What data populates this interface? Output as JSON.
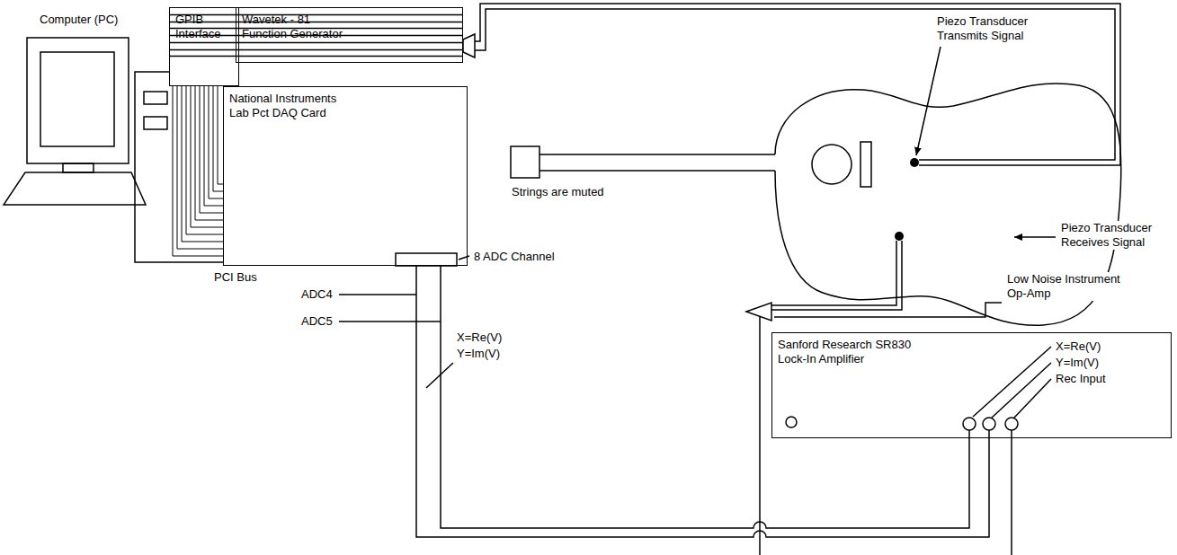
{
  "diagram": {
    "nodes": [
      {
        "text": [
          "GPIB Interface"
        ]
      },
      {
        "text": [
          "Wavetek - 81 Function Generator"
        ]
      },
      {
        "text": [
          "National Instruments Lab Pct DAQ Card"
        ]
      },
      {
        "text": [
          "Sanford Research SR830 Lock-In Amplifier"
        ]
      }
    ],
    "edges": [
      {
        "from": 0,
        "to": 1,
        "arrow": "none"
      },
      {
        "from": 2,
        "to": 3,
        "arrow": "none"
      },
      {
        "from": 2,
        "to": 3,
        "arrow": "none"
      }
    ],
    "labels": [
      "Computer (PC)",
      "PCI Bus",
      "8 ADC Channel",
      "ADC4",
      "ADC5",
      "X=Re(V)",
      "Y=Im(V)",
      "Strings are muted",
      "Piezo Transducer Transmits Signal",
      "Piezo Transducer Receives Signal",
      "Low Noise Instrument Op-Amp",
      "X=Re(V)",
      "Y=Im(V)",
      "Rec Input"
    ]
  }
}
